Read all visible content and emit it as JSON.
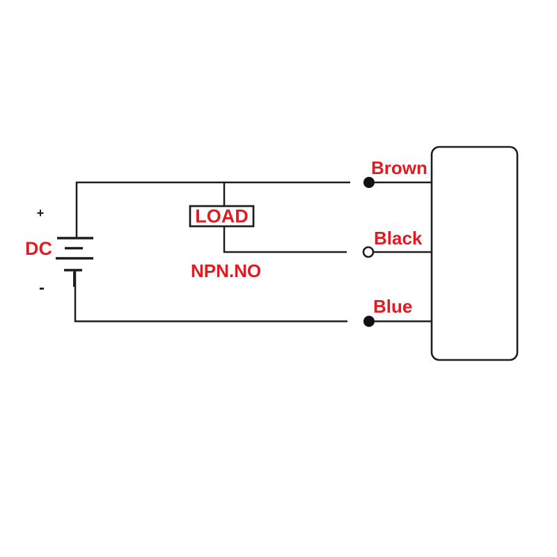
{
  "diagram": {
    "mode_label": "NPN.NO",
    "power": {
      "label": "DC",
      "plus_sign": "+",
      "minus_sign": "-"
    },
    "load": {
      "label": "LOAD"
    },
    "wires": [
      {
        "label": "Brown",
        "terminal": "filled-dot"
      },
      {
        "label": "Black",
        "terminal": "open-circle"
      },
      {
        "label": "Blue",
        "terminal": "filled-dot"
      }
    ],
    "colors": {
      "label_red": "#e11b22",
      "line_black": "#1c1c1c",
      "background": "#ffffff"
    }
  }
}
